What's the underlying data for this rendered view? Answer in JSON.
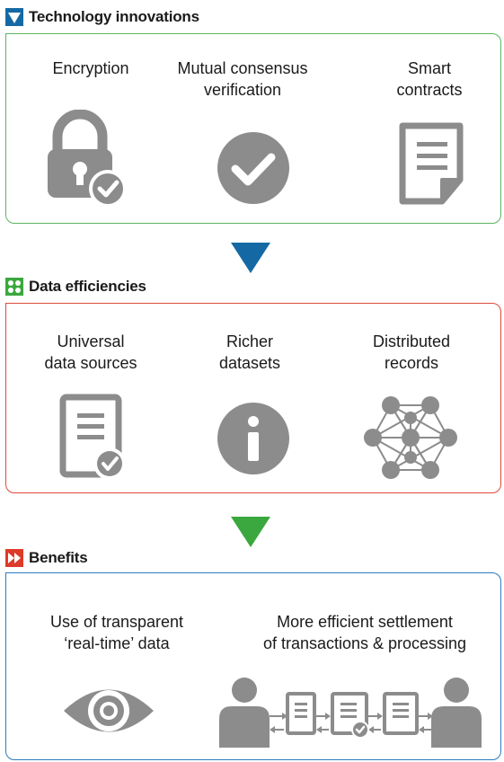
{
  "colors": {
    "blue": "#1469a5",
    "green": "#3aa83e",
    "red": "#dd3a2a",
    "icon_gray": "#8c8c8c",
    "tech_border": "#5bb561",
    "data_border": "#dd4a3b",
    "benefit_border": "#2a7bbf"
  },
  "sections": {
    "technology": {
      "title": "Technology innovations",
      "badge_icon": "down-triangle-icon",
      "items": [
        {
          "line1": "Encryption",
          "line2": "",
          "icon": "padlock-check-icon"
        },
        {
          "line1": "Mutual consensus",
          "line2": "verification",
          "icon": "check-circle-icon"
        },
        {
          "line1": "Smart",
          "line2": "contracts",
          "icon": "document-icon"
        }
      ]
    },
    "data": {
      "title": "Data efficiencies",
      "badge_icon": "four-dots-icon",
      "items": [
        {
          "line1": "Universal",
          "line2": "data sources",
          "icon": "document-check-icon"
        },
        {
          "line1": "Richer",
          "line2": "datasets",
          "icon": "info-circle-icon"
        },
        {
          "line1": "Distributed",
          "line2": "records",
          "icon": "network-icon"
        }
      ]
    },
    "benefits": {
      "title": "Benefits",
      "badge_icon": "double-chevron-icon",
      "items": [
        {
          "line1": "Use of transparent",
          "line2": "‘real-time’ data",
          "icon": "eye-icon"
        },
        {
          "line1": "More efficient settlement",
          "line2": "of transactions & processing",
          "icon": "settlement-flow-icon"
        }
      ]
    }
  }
}
